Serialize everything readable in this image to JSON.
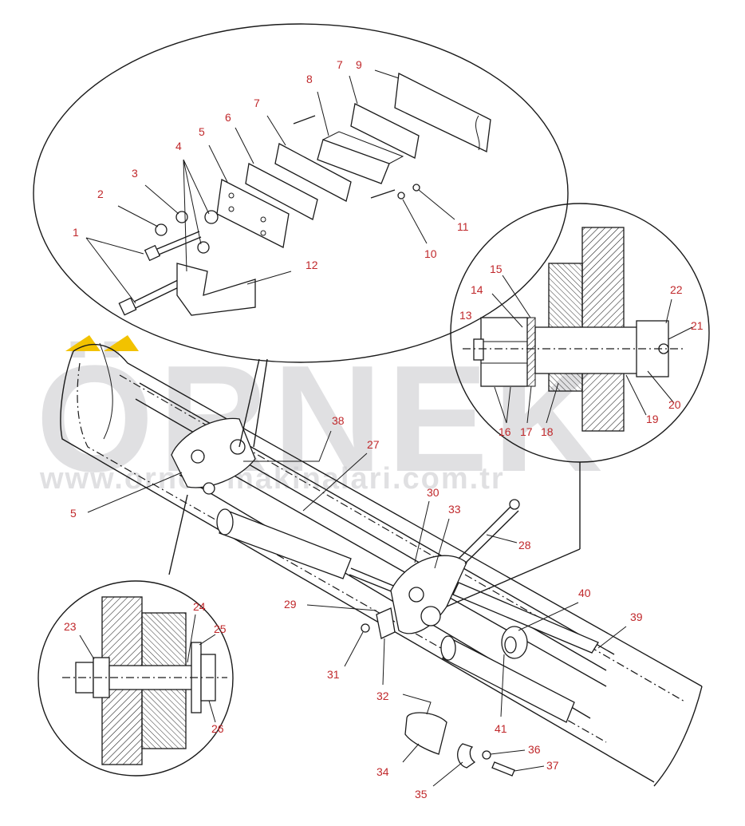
{
  "watermark": {
    "brand": "ÖRNEK",
    "url": "www.ornek-makinalari.com.tr",
    "color": "#c8c8cc",
    "accent": "#f2c200"
  },
  "callout_color": "#c0282b",
  "callouts": [
    {
      "id": "c1",
      "text": "1"
    },
    {
      "id": "c2",
      "text": "2"
    },
    {
      "id": "c3",
      "text": "3"
    },
    {
      "id": "c4",
      "text": "4"
    },
    {
      "id": "c5a",
      "text": "5"
    },
    {
      "id": "c6",
      "text": "6"
    },
    {
      "id": "c7a",
      "text": "7"
    },
    {
      "id": "c7b",
      "text": "7"
    },
    {
      "id": "c8",
      "text": "8"
    },
    {
      "id": "c9",
      "text": "9"
    },
    {
      "id": "c10",
      "text": "10"
    },
    {
      "id": "c11",
      "text": "11"
    },
    {
      "id": "c12",
      "text": "12"
    },
    {
      "id": "c13",
      "text": "13"
    },
    {
      "id": "c14",
      "text": "14"
    },
    {
      "id": "c15",
      "text": "15"
    },
    {
      "id": "c16",
      "text": "16"
    },
    {
      "id": "c17",
      "text": "17"
    },
    {
      "id": "c18",
      "text": "18"
    },
    {
      "id": "c19",
      "text": "19"
    },
    {
      "id": "c20",
      "text": "20"
    },
    {
      "id": "c21",
      "text": "21"
    },
    {
      "id": "c22",
      "text": "22"
    },
    {
      "id": "c23",
      "text": "23"
    },
    {
      "id": "c24",
      "text": "24"
    },
    {
      "id": "c25",
      "text": "25"
    },
    {
      "id": "c26",
      "text": "26"
    },
    {
      "id": "c27",
      "text": "27"
    },
    {
      "id": "c28",
      "text": "28"
    },
    {
      "id": "c29",
      "text": "29"
    },
    {
      "id": "c30",
      "text": "30"
    },
    {
      "id": "c31",
      "text": "31"
    },
    {
      "id": "c32",
      "text": "32"
    },
    {
      "id": "c33",
      "text": "33"
    },
    {
      "id": "c34",
      "text": "34"
    },
    {
      "id": "c35",
      "text": "35"
    },
    {
      "id": "c36",
      "text": "36"
    },
    {
      "id": "c37",
      "text": "37"
    },
    {
      "id": "c38",
      "text": "38"
    },
    {
      "id": "c39",
      "text": "39"
    },
    {
      "id": "c40",
      "text": "40"
    },
    {
      "id": "c41",
      "text": "41"
    },
    {
      "id": "c5b",
      "text": "5"
    }
  ]
}
